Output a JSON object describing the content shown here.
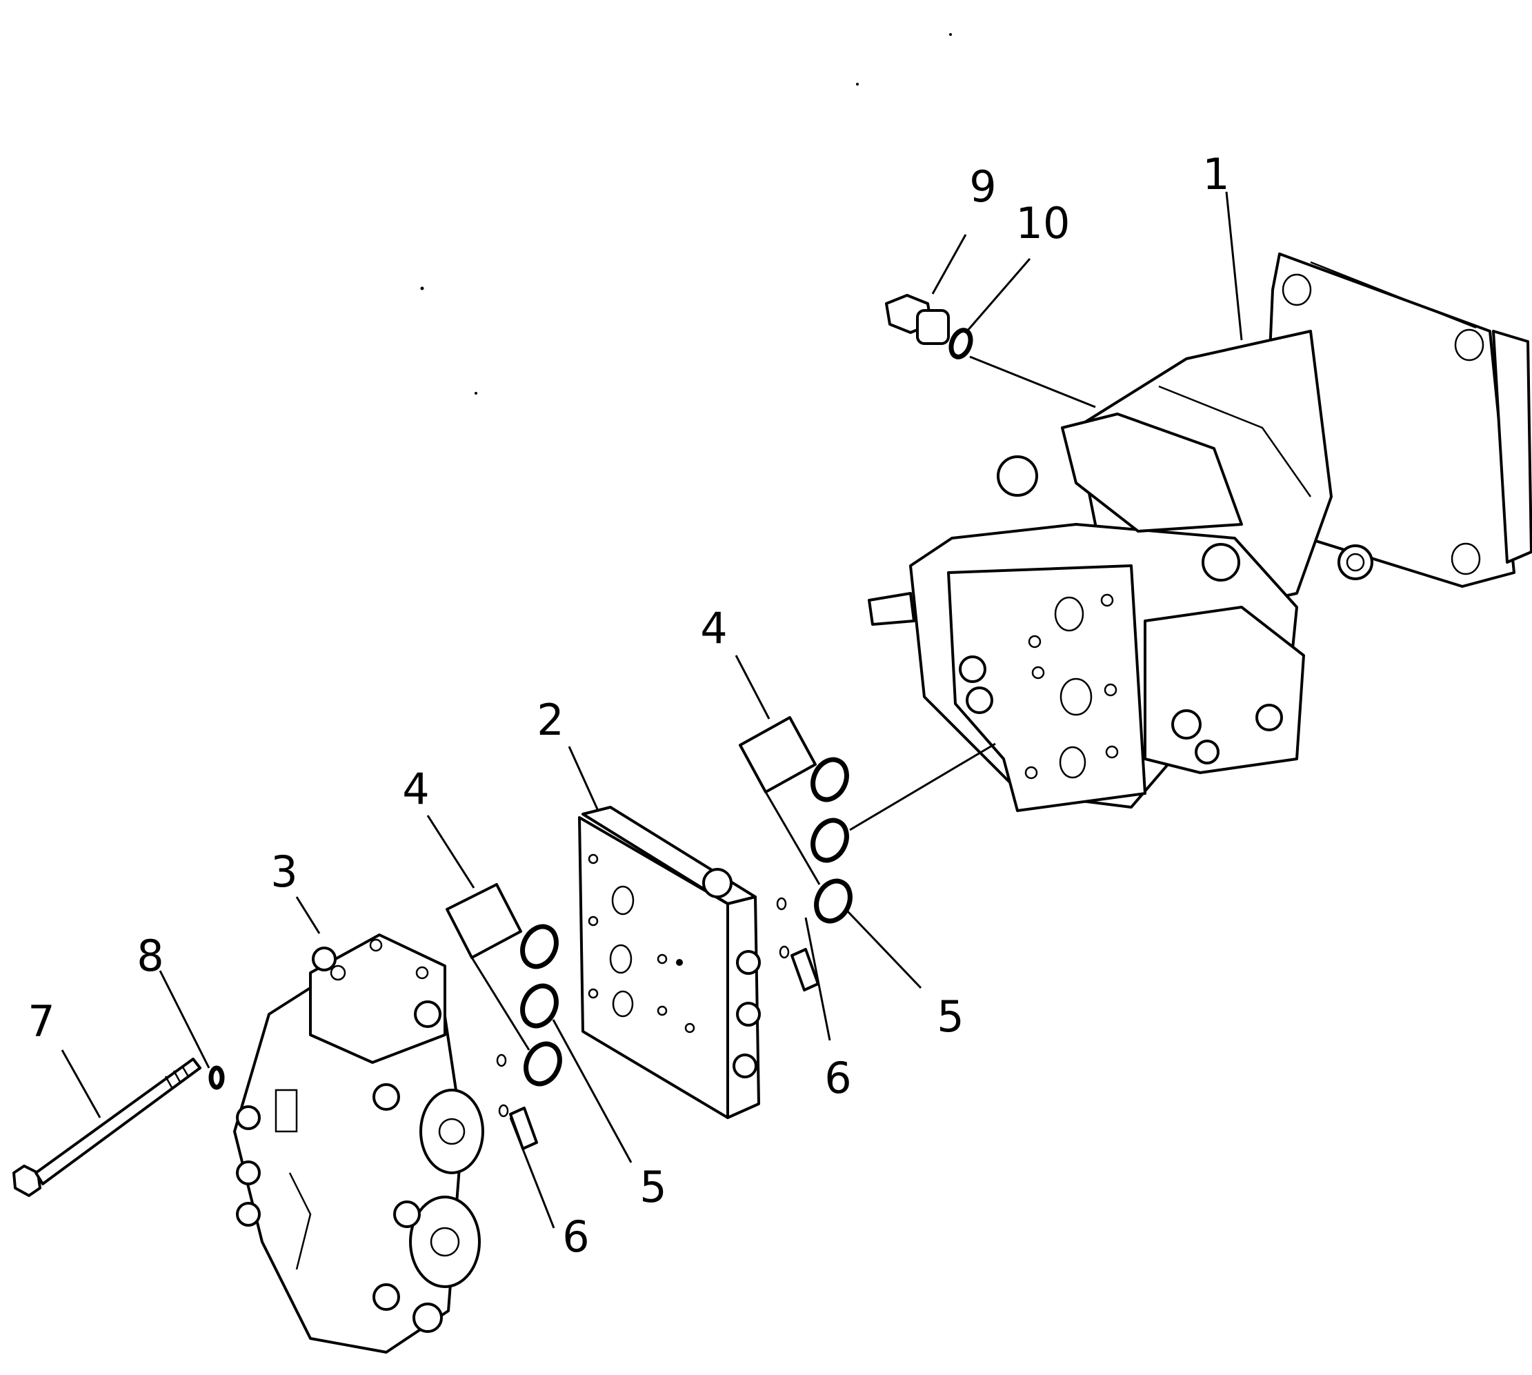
{
  "diagram": {
    "callouts": [
      {
        "id": "c1",
        "text": "1"
      },
      {
        "id": "c2",
        "text": "2"
      },
      {
        "id": "c3",
        "text": "3"
      },
      {
        "id": "c4a",
        "text": "4"
      },
      {
        "id": "c4b",
        "text": "4"
      },
      {
        "id": "c5a",
        "text": "5"
      },
      {
        "id": "c5b",
        "text": "5"
      },
      {
        "id": "c6a",
        "text": "6"
      },
      {
        "id": "c6b",
        "text": "6"
      },
      {
        "id": "c7",
        "text": "7"
      },
      {
        "id": "c8",
        "text": "8"
      },
      {
        "id": "c9",
        "text": "9"
      },
      {
        "id": "c10",
        "text": "10"
      }
    ]
  }
}
